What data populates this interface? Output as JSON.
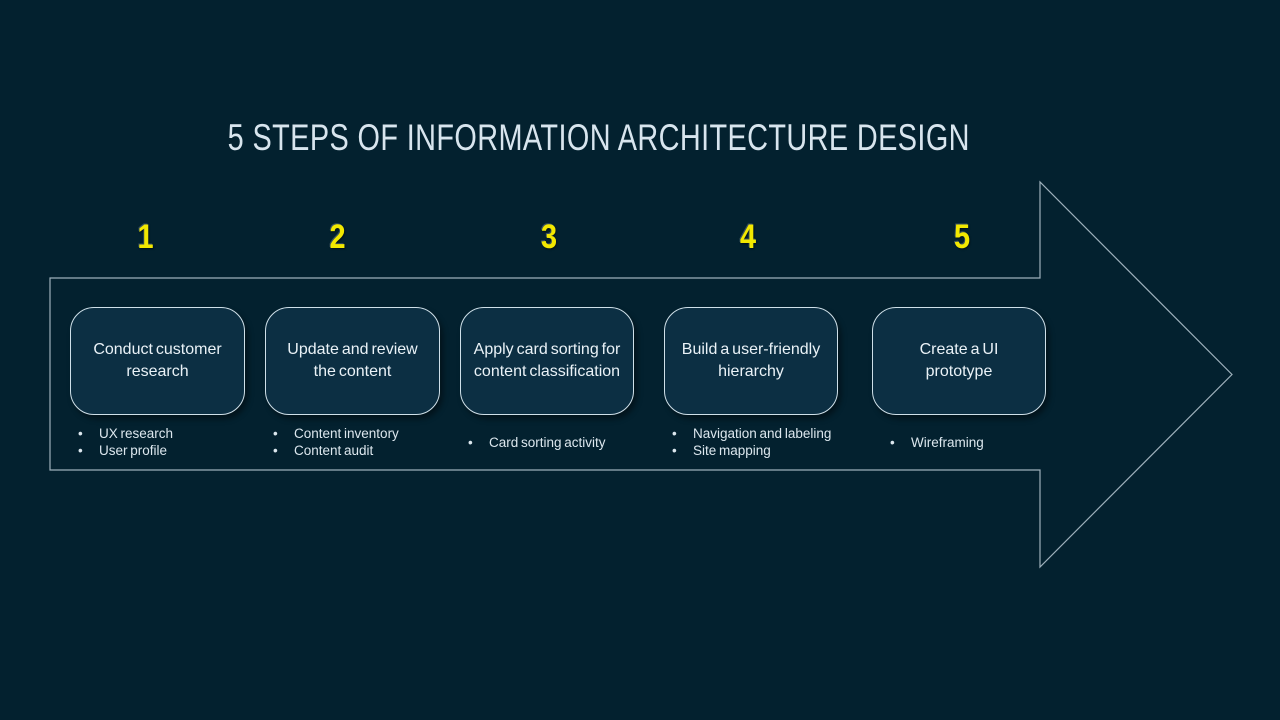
{
  "title": "5 STEPS OF INFORMATION ARCHITECTURE DESIGN",
  "steps": [
    {
      "number": "1",
      "title": "Conduct customer research",
      "bullets": [
        "UX research",
        "User profile"
      ]
    },
    {
      "number": "2",
      "title": "Update and review the content",
      "bullets": [
        "Content inventory",
        "Content audit"
      ]
    },
    {
      "number": "3",
      "title": "Apply card sorting for content classification",
      "bullets": [
        "Card sorting activity"
      ]
    },
    {
      "number": "4",
      "title": "Build a user-friendly hierarchy",
      "bullets": [
        "Navigation and labeling",
        "Site mapping"
      ]
    },
    {
      "number": "5",
      "title": "Create a UI prototype",
      "bullets": [
        "Wireframing"
      ]
    }
  ],
  "colors": {
    "background": "#03212f",
    "card_fill": "#0c2f43",
    "card_border": "#cfe0e9",
    "arrow_stroke": "#b9c9d3",
    "title_text": "#d8e5ee",
    "body_text": "#dce7ee",
    "accent_number": "#f2e800"
  }
}
